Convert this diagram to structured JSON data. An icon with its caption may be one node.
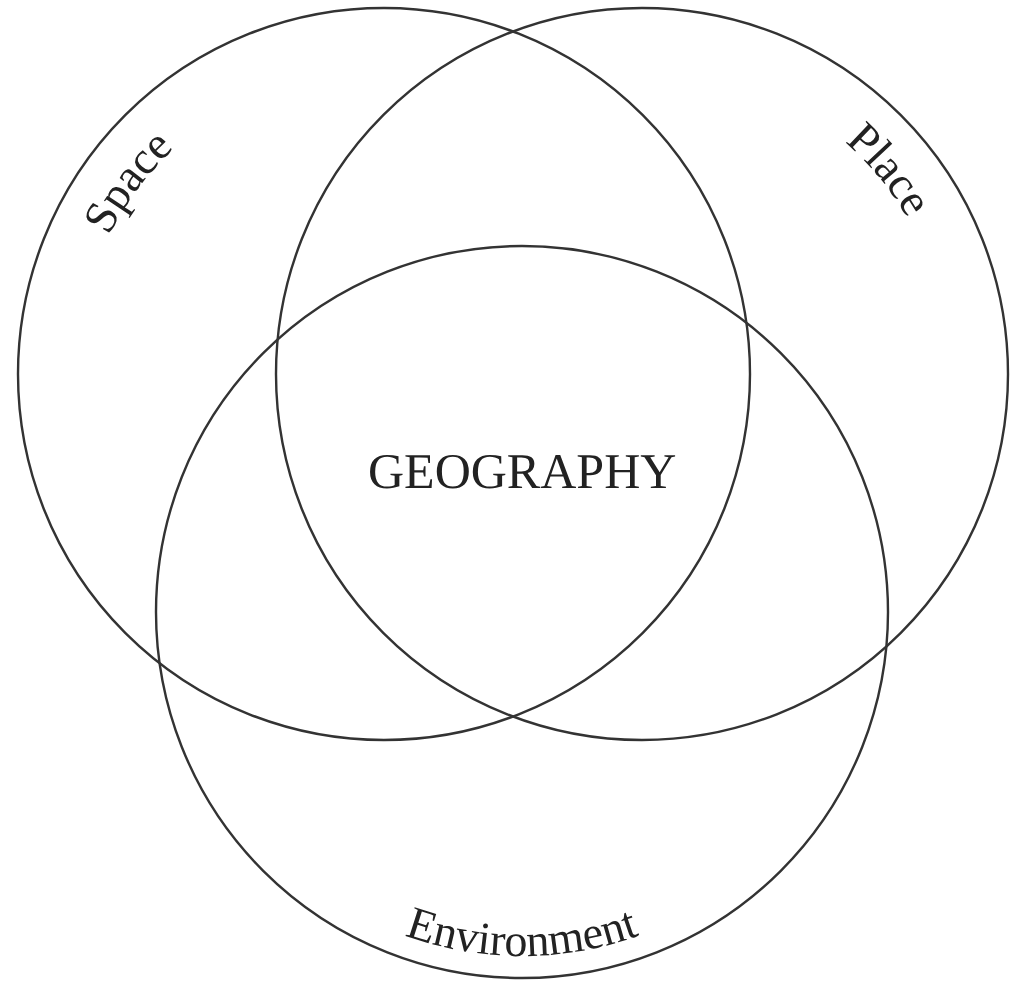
{
  "diagram": {
    "nodes": [
      {
        "text": [
          "Space"
        ]
      },
      {
        "text": [
          "Place"
        ]
      },
      {
        "text": [
          "Environment"
        ]
      }
    ],
    "labels": [
      "GEOGRAPHY"
    ]
  }
}
